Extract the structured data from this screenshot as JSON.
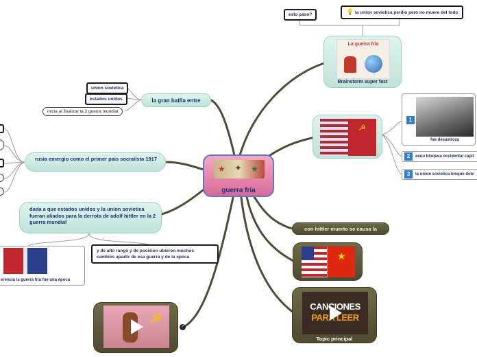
{
  "central": {
    "title": "guerra fria"
  },
  "top": {
    "este_paso": "esto  paso?",
    "bulb_text": "la union sovietica perdio pero no muere del todo"
  },
  "brainstorm": {
    "image_title": "La guerra fria",
    "caption": "Brainstorm super fast"
  },
  "gran_batlla": {
    "title": "la gran batlla entre",
    "items": [
      "union sovietica",
      "estados unidos"
    ],
    "note": "inicia al finalizar la 2 guerra mundial"
  },
  "right_list": {
    "photo_caption": "fue desastroza",
    "items": [
      {
        "num": "1",
        "text": ""
      },
      {
        "num": "2",
        "text": "eeuu bloquea occidental capit"
      },
      {
        "num": "3",
        "text": "la union sovietica bloque dele"
      }
    ]
  },
  "rusia": {
    "text": "rusia emergio como el primer pais socrailsta 1917"
  },
  "dada": {
    "text": "dada a que estados unidos y la union sovietica fueran aliados para la derrota de adolf hittler en la 2 guerra mundial",
    "left_caption": "erencia la guerra fria fue una epoca",
    "right_text": "y de alto rango y de pocision ubieron muchos cambios apartir de esa guerra y de la epoca"
  },
  "hittler": {
    "text": "con hittler muerto se causa la"
  },
  "canciones": {
    "line1": "CANCIONES",
    "line2": "PARA LEER",
    "caption": "Topic principal"
  },
  "colors": {
    "branch": "#4e4a33",
    "central_pink": "#d96a97",
    "teal": "#bfe3d9",
    "olive": "#5a5538",
    "accent_blue": "#2f7fd0"
  }
}
